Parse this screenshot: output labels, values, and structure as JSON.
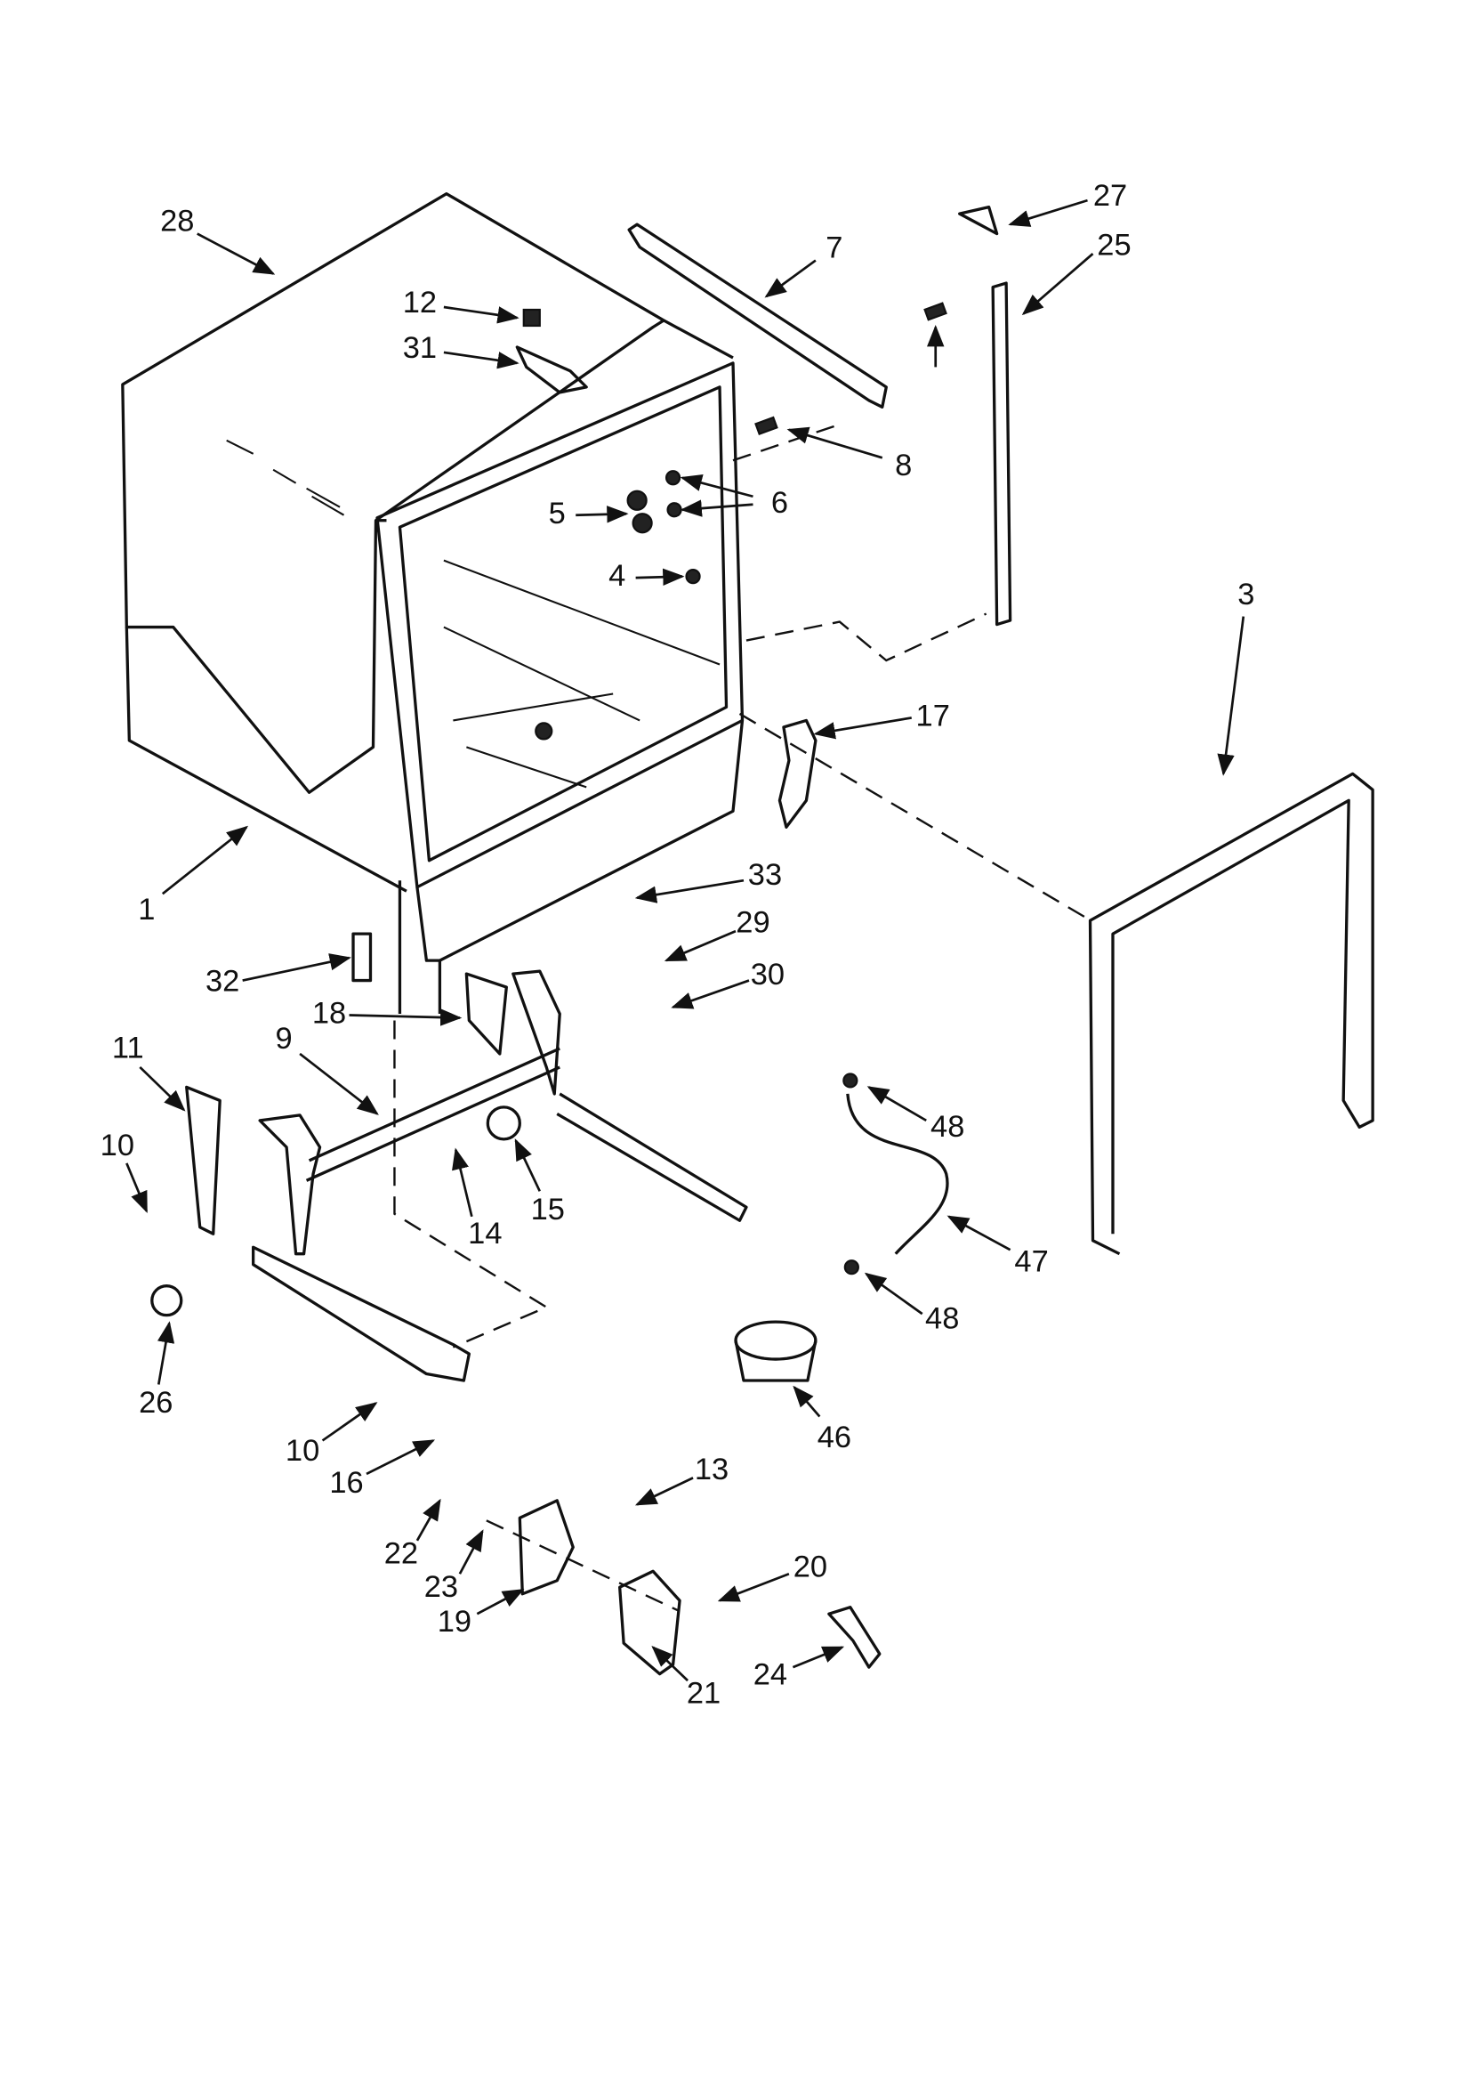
{
  "diagram": {
    "type": "exploded parts diagram",
    "labels": [
      "28",
      "12",
      "31",
      "7",
      "27",
      "25",
      "8",
      "6",
      "5",
      "4",
      "3",
      "17",
      "1",
      "33",
      "29",
      "30",
      "32",
      "18",
      "9",
      "11",
      "10",
      "48",
      "47",
      "48",
      "14",
      "15",
      "26",
      "46",
      "10",
      "16",
      "13",
      "22",
      "23",
      "20",
      "19",
      "24",
      "21"
    ]
  }
}
